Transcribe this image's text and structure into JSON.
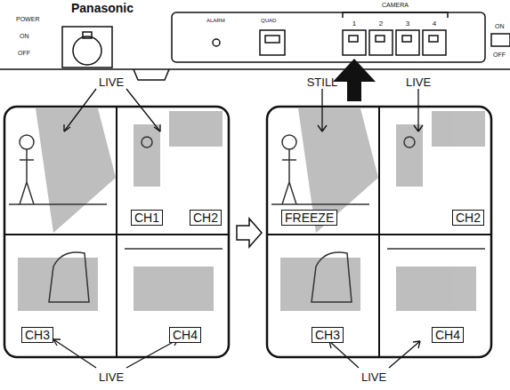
{
  "diagram": {
    "labels": [
      "Panasonic",
      "POWER",
      "ON",
      "OFF",
      "ALARM",
      "QUAD",
      "CAMERA",
      "1",
      "2",
      "3",
      "4",
      "ON",
      "OFF",
      "LIVE",
      "STILL",
      "LIVE",
      "CH1",
      "CH2",
      "FREEZE",
      "CH2",
      "CH3",
      "CH4",
      "CH3",
      "CH4",
      "LIVE",
      "LIVE"
    ]
  }
}
